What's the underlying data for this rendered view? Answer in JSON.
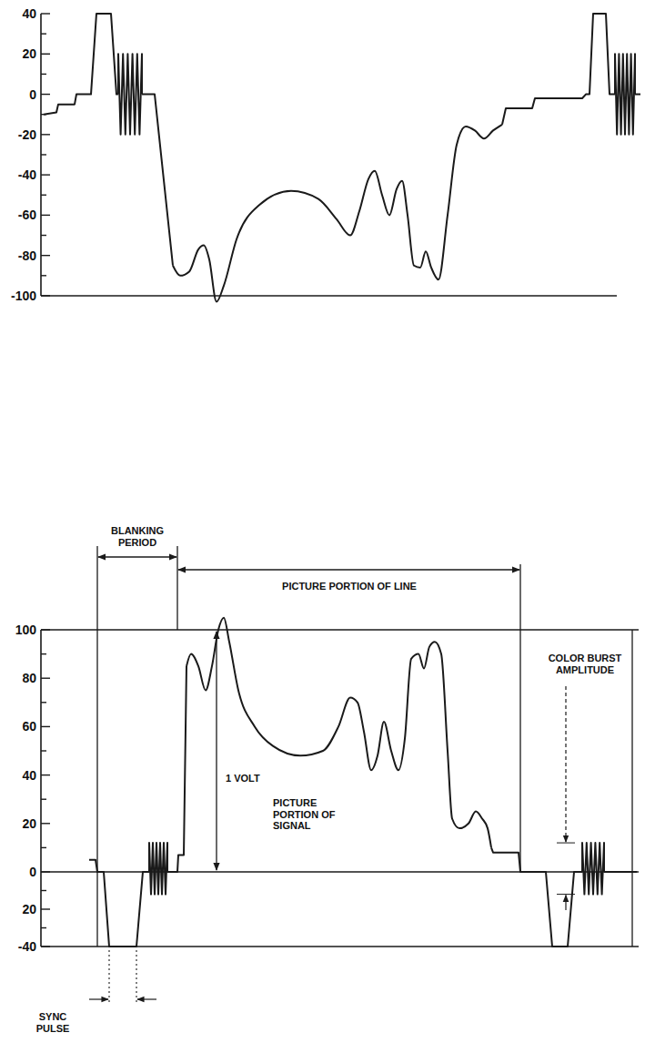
{
  "diagram": {
    "labels": [
      "40",
      "20",
      "0",
      "-20",
      "-40",
      "-60",
      "-80",
      "-100",
      "BLANKING PERIOD",
      "PICTURE PORTION OF LINE",
      "100",
      "80",
      "60",
      "40",
      "20",
      "0",
      "20",
      "-40",
      "1 VOLT",
      "PICTURE PORTION OF SIGNAL",
      "COLOR BURST AMPLITUDE",
      "SYNC PULSE"
    ]
  }
}
